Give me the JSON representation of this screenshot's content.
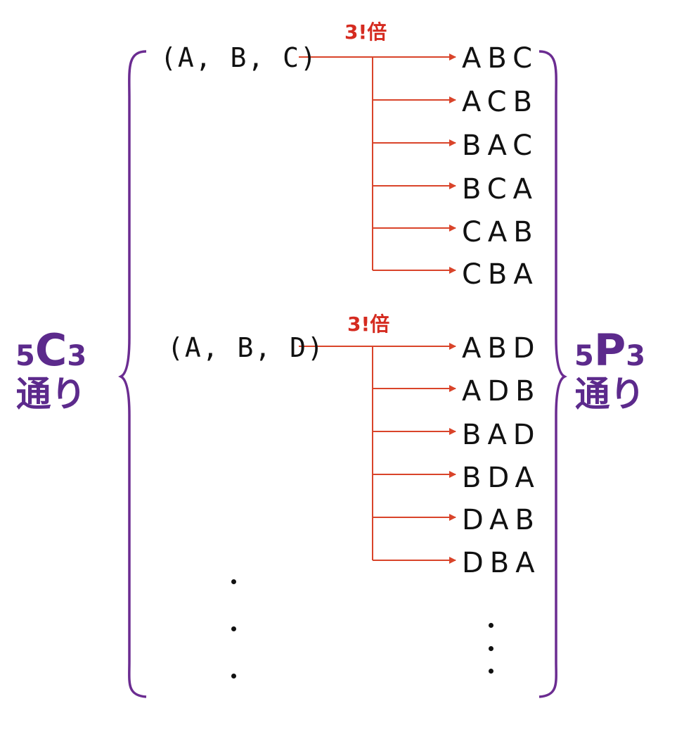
{
  "colors": {
    "arrow": "#D9442A",
    "multiplier": "#D52B20",
    "brace": "#6B2C91",
    "label": "#5C2A8C",
    "text": "#111111"
  },
  "groups": [
    {
      "combination": "(A, B, C)",
      "multiplier": "3!倍",
      "permutations": [
        "ABC",
        "ACB",
        "BAC",
        "BCA",
        "CAB",
        "CBA"
      ]
    },
    {
      "combination": "(A, B, D)",
      "multiplier": "3!倍",
      "permutations": [
        "ABD",
        "ADB",
        "BAD",
        "BDA",
        "DAB",
        "DBA"
      ]
    }
  ],
  "left_label": {
    "pre": "5",
    "main": "C",
    "post": "3",
    "unit": "通り"
  },
  "right_label": {
    "pre": "5",
    "main": "P",
    "post": "3",
    "unit": "通り"
  }
}
